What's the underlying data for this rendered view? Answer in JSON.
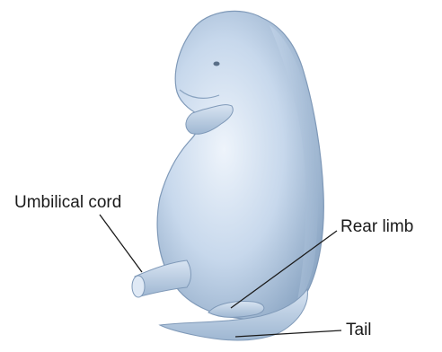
{
  "labels": {
    "umbilical_cord": "Umbilical cord",
    "rear_limb": "Rear limb",
    "tail": "Tail"
  },
  "colors": {
    "body_light": "#e6eef8",
    "body_mid": "#bcd0e6",
    "body_dark": "#8fa9c6",
    "outline": "#6f8aa8",
    "leader_line": "#1a1a1a"
  }
}
